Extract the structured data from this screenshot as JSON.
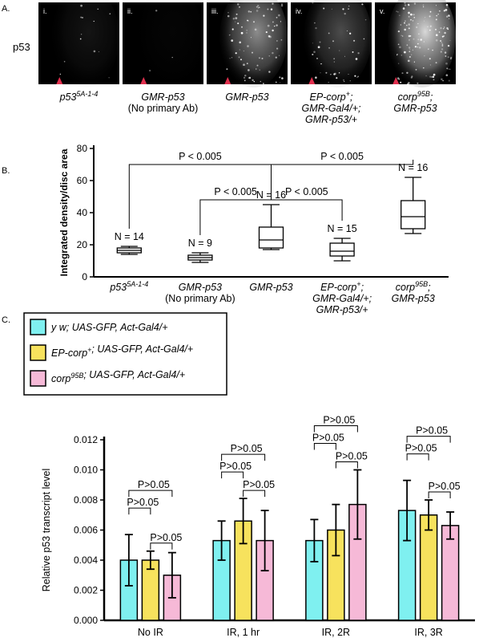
{
  "panel_labels": {
    "a": "A.",
    "b": "B.",
    "c": "C."
  },
  "micrographs": {
    "row_label": "p53",
    "tiles": [
      {
        "numeral": "i.",
        "brightness": 0.08,
        "caption_lines": [
          {
            "main": "p53",
            "sup": "5A-1-4",
            "italic": true
          }
        ]
      },
      {
        "numeral": "ii.",
        "brightness": 0.02,
        "caption_lines": [
          {
            "main": "GMR-p53",
            "sup": "",
            "italic": true
          },
          {
            "main": "(No primary Ab)",
            "sup": "",
            "italic": false
          }
        ]
      },
      {
        "numeral": "iii.",
        "brightness": 0.55,
        "caption_lines": [
          {
            "main": "GMR-p53",
            "sup": "",
            "italic": true
          }
        ]
      },
      {
        "numeral": "iv.",
        "brightness": 0.3,
        "caption_lines": [
          {
            "main": "EP-corp",
            "sup": "+",
            "tail": ";",
            "italic": true
          },
          {
            "main": "GMR-Gal4/+;",
            "sup": "",
            "italic": true
          },
          {
            "main": "GMR-p53/+",
            "sup": "",
            "italic": true
          }
        ]
      },
      {
        "numeral": "v.",
        "brightness": 0.85,
        "caption_lines": [
          {
            "main": "corp",
            "sup": "95B",
            "tail": ";",
            "italic": true
          },
          {
            "main": "GMR-p53",
            "sup": "",
            "italic": true
          }
        ]
      }
    ]
  },
  "chart_data": [
    {
      "type": "boxplot",
      "ylabel": "Integrated density/disc area",
      "ylim": [
        0,
        80
      ],
      "yticks": [
        0,
        20,
        40,
        60,
        80
      ],
      "groups": [
        {
          "label_lines": [
            {
              "main": "p53",
              "sup": "5A-1-4",
              "italic": true
            }
          ],
          "n_label": "N = 14",
          "min": 14,
          "q1": 15,
          "median": 16.5,
          "q3": 18,
          "max": 19
        },
        {
          "label_lines": [
            {
              "main": "GMR-p53",
              "sup": "",
              "italic": true
            },
            {
              "main": "(No primary Ab)",
              "sup": "",
              "italic": false
            }
          ],
          "n_label": "N = 9",
          "min": 9,
          "q1": 10.5,
          "median": 12,
          "q3": 13.5,
          "max": 15
        },
        {
          "label_lines": [
            {
              "main": "GMR-p53",
              "sup": "",
              "italic": true
            }
          ],
          "n_label": "N = 16",
          "min": 17,
          "q1": 18,
          "median": 23,
          "q3": 31,
          "max": 45
        },
        {
          "label_lines": [
            {
              "main": "EP-corp",
              "sup": "+",
              "tail": ";",
              "italic": true
            },
            {
              "main": "GMR-Gal4/+;",
              "sup": "",
              "italic": true
            },
            {
              "main": "GMR-p53/+",
              "sup": "",
              "italic": true
            }
          ],
          "n_label": "N = 15",
          "min": 10,
          "q1": 13,
          "median": 16,
          "q3": 21,
          "max": 24
        },
        {
          "label_lines": [
            {
              "main": "corp",
              "sup": "95B",
              "tail": ";",
              "italic": true
            },
            {
              "main": "GMR-p53",
              "sup": "",
              "italic": true
            }
          ],
          "n_label": "N = 16",
          "min": 27,
          "q1": 30,
          "median": 37.5,
          "q3": 47.5,
          "max": 62
        }
      ],
      "comparisons": [
        {
          "from": 0,
          "to": 2,
          "label": "P < 0.005"
        },
        {
          "from": 2,
          "to": 4,
          "label": "P < 0.005"
        },
        {
          "from": 1,
          "to": 2,
          "label": "P < 0.005"
        },
        {
          "from": 2,
          "to": 3,
          "label": "P < 0.005"
        }
      ]
    },
    {
      "type": "bar",
      "ylabel": "Relative p53 transcript level",
      "ylim": [
        0,
        0.012
      ],
      "yticks": [
        "0.000",
        "0.002",
        "0.004",
        "0.006",
        "0.008",
        "0.010",
        "0.012"
      ],
      "categories": [
        "No IR",
        "IR, 1 hr",
        "IR, 2R",
        "IR, 3R"
      ],
      "series": [
        {
          "legend_parts": [
            {
              "t": "y w; UAS-GFP, Act-Gal4/+",
              "s": ""
            }
          ],
          "color": "#7ff0f0",
          "values": [
            0.004,
            0.0053,
            0.0053,
            0.0073
          ],
          "errors": [
            0.0017,
            0.0013,
            0.0014,
            0.002
          ]
        },
        {
          "legend_parts": [
            {
              "t": "EP-corp",
              "s": "+"
            },
            {
              "t": "; UAS-GFP, Act-Gal4/+",
              "s": ""
            }
          ],
          "color": "#f7e25d",
          "values": [
            0.004,
            0.0066,
            0.006,
            0.007
          ],
          "errors": [
            0.0006,
            0.0015,
            0.0017,
            0.001
          ]
        },
        {
          "legend_parts": [
            {
              "t": "corp",
              "s": "95B"
            },
            {
              "t": "; UAS-GFP, Act-Gal4/+",
              "s": ""
            }
          ],
          "color": "#f6b9d7",
          "values": [
            0.003,
            0.0053,
            0.0077,
            0.0063
          ],
          "errors": [
            0.0015,
            0.002,
            0.0023,
            0.0009
          ]
        }
      ],
      "comparison_label": "P>0.05"
    }
  ]
}
